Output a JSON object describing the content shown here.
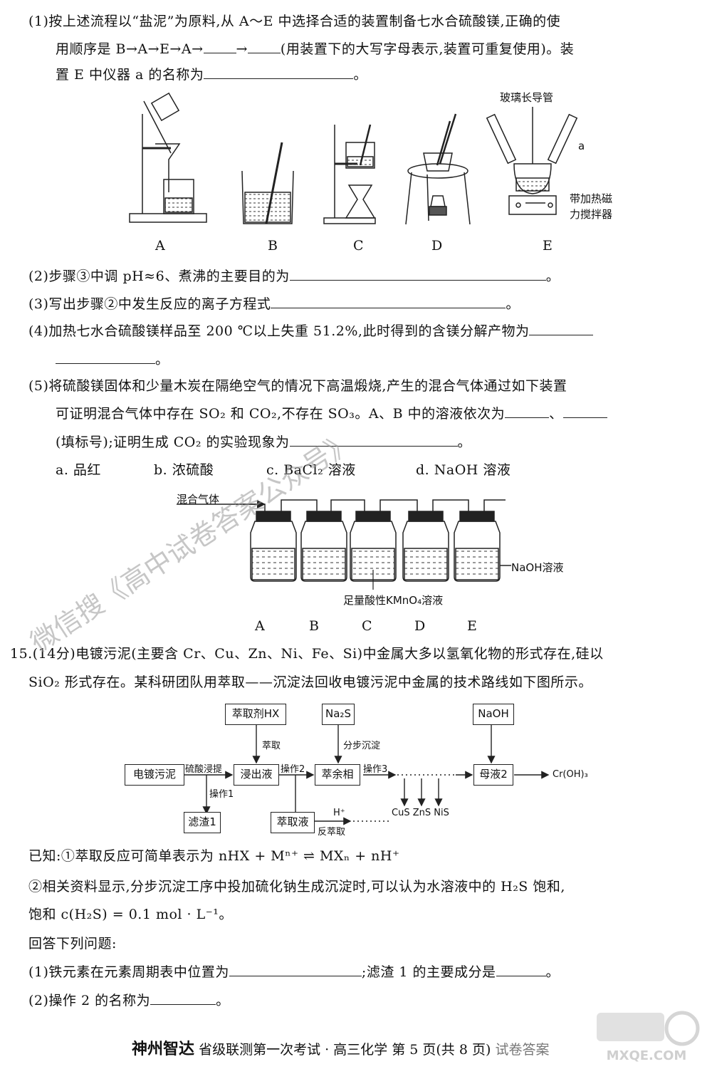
{
  "q14": {
    "p1_line1": "(1)按上述流程以“盐泥”为原料,从 A～E 中选择合适的装置制备七水合硫酸镁,正确的使",
    "p1_line2_a": "用顺序是 B→A→E→A→",
    "p1_line2_b": "→",
    "p1_line2_c": "(用装置下的大写字母表示,装置可重复使用)。装",
    "p1_line3": "置 E 中仪器 a 的名称为",
    "app_labels": [
      "A",
      "B",
      "C",
      "D",
      "E"
    ],
    "label_glass_tube": "玻璃长导管",
    "label_a": "a",
    "label_stirrer_1": "带加热磁",
    "label_stirrer_2": "力搅拌器",
    "p2": "(2)步骤③中调 pH≈6、煮沸的主要目的为",
    "p3": "(3)写出步骤②中发生反应的离子方程式",
    "p4": "(4)加热七水合硫酸镁样品至 200 ℃以上失重 51.2%,此时得到的含镁分解产物为",
    "p5_line1": "(5)将硫酸镁固体和少量木炭在隔绝空气的情况下高温煅烧,产生的混合气体通过如下装置",
    "p5_line2": "可证明混合气体中存在 SO₂ 和 CO₂,不存在 SO₃。A、B 中的溶液依次为",
    "p5_line3_a": "(填标号);证明生成 CO₂ 的实验现象为",
    "options": [
      "a. 品红",
      "b. 浓硫酸",
      "c. BaCl₂ 溶液",
      "d. NaOH 溶液"
    ],
    "gas_label": "混合气体",
    "naoh_label": "NaOH溶液",
    "kmno4_label": "足量酸性KMnO₄溶液",
    "bottle_labels": [
      "A",
      "B",
      "C",
      "D",
      "E"
    ]
  },
  "q15": {
    "intro_1": "15.(14分)电镀污泥(主要含 Cr、Cu、Zn、Ni、Fe、Si)中金属大多以氢氧化物的形式存在,硅以",
    "intro_2": "SiO₂ 形式存在。某科研团队用萃取——沉淀法回收电镀污泥中金属的技术路线如下图所示。",
    "flow": {
      "extractant": "萃取剂HX",
      "na2s": "Na₂S",
      "naoh": "NaOH",
      "sludge": "电镀污泥",
      "leach_label": "硫酸浸提",
      "leachate": "浸出液",
      "extract_label": "萃取",
      "op2": "操作2",
      "raffinate": "萃余相",
      "step_precip": "分步沉淀",
      "op3": "操作3",
      "mother": "母液2",
      "croh3": "Cr(OH)₃",
      "op1": "操作1",
      "residue": "滤渣1",
      "extract_liquid": "萃取液",
      "h_plus": "H⁺",
      "back_extract": "反萃取",
      "sulfides": "CuS ZnS NiS"
    },
    "known_1": "已知:①萃取反应可简单表示为 nHX + Mⁿ⁺ ⇌ MXₙ + nH⁺",
    "known_2": "②相关资料显示,分步沉淀工序中投加硫化钠生成沉淀时,可以认为水溶液中的 H₂S 饱和,",
    "known_3": "饱和 c(H₂S) = 0.1 mol · L⁻¹。",
    "answer": "回答下列问题:",
    "q1_a": "(1)铁元素在元素周期表中位置为",
    "q1_b": ";滤渣 1 的主要成分是",
    "q2": "(2)操作 2 的名称为"
  },
  "watermark": "微信搜《高中试卷答案公众号》",
  "footer": {
    "brand": "神州智达",
    "text": "省级联测第一次考试 · 高三化学   第 5 页(共 8 页)",
    "tail": "试卷答案"
  },
  "logo_text": "MXQE.COM"
}
